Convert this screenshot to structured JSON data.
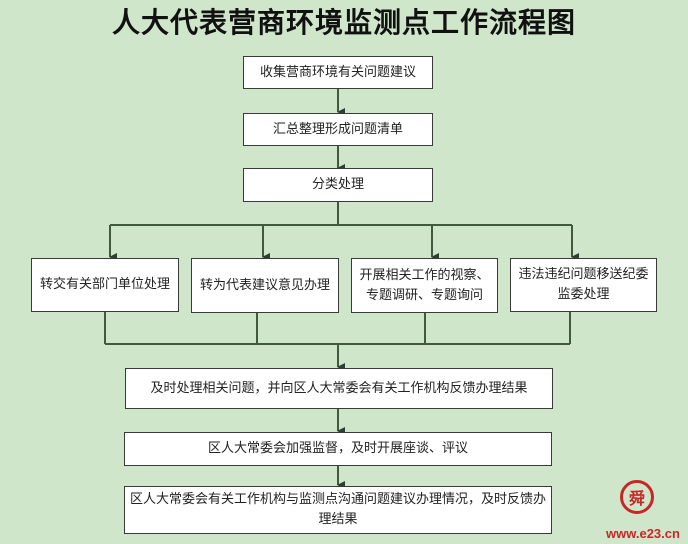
{
  "title": "人大代表营商环境监测点工作流程图",
  "steps": {
    "s1": "收集营商环境有关问题建议",
    "s2": "汇总整理形成问题清单",
    "s3": "分类处理",
    "branches": [
      "转交有关部门单位处理",
      "转为代表建议意见办理",
      "开展相关工作的视察、专题调研、专题询问",
      "违法违纪问题移送纪委监委处理"
    ],
    "s4": "及时处理相关问题，并向区人大常委会有关工作机构反馈办理结果",
    "s5": "区人大常委会加强监督，及时开展座谈、评议",
    "s6": "区人大常委会有关工作机构与监测点沟通问题建议办理情况，及时反馈办理结果"
  },
  "watermark": {
    "seal": "舜",
    "url": "www.e23.cn"
  },
  "colors": {
    "background": "#cfe6ca",
    "line": "#3f5a3f",
    "box_border": "#3a3a3a"
  }
}
